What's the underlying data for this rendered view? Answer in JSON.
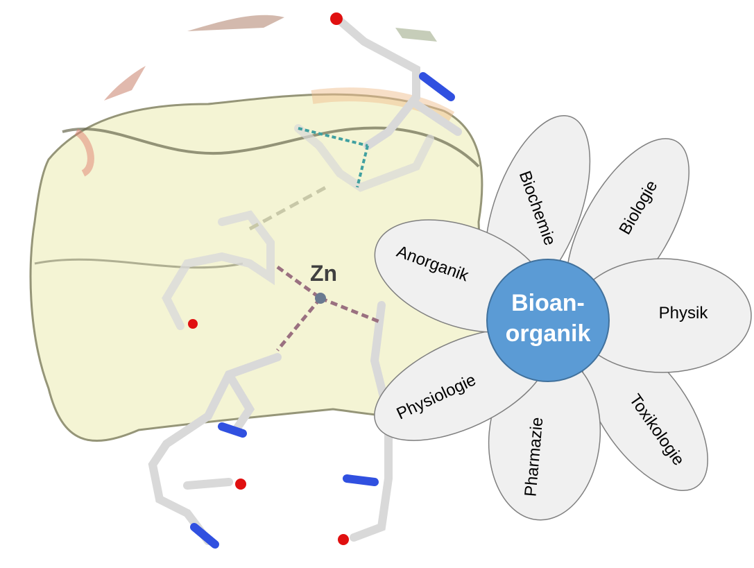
{
  "molecule": {
    "metal_label": "Zn"
  },
  "flower": {
    "center_label_line1": "Bioan-",
    "center_label_line2": "organik",
    "petals": [
      "Biochemie",
      "Biologie",
      "Physik",
      "Toxikologie",
      "Pharmazie",
      "Physiologie",
      "Anorganik"
    ]
  },
  "colors": {
    "center": "#5b9bd5",
    "petal": "#f0f0f0",
    "surface": "#f3f3d0"
  }
}
